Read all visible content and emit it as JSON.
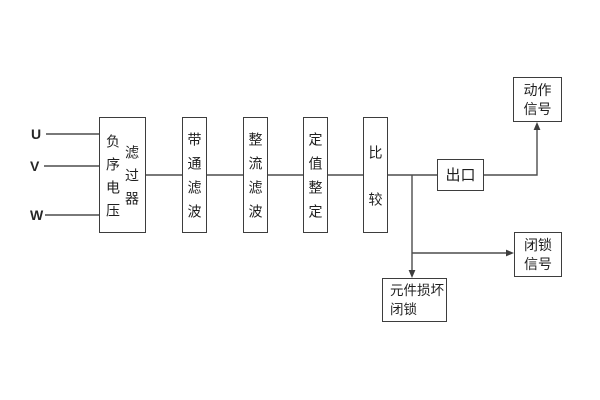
{
  "diagram": {
    "inputs": [
      {
        "label": "U"
      },
      {
        "label": "V"
      },
      {
        "label": "W"
      }
    ],
    "blocks": {
      "negative_seq_filter": {
        "col1": "负序电压",
        "col2": "滤过器"
      },
      "bandpass": {
        "text": "带通滤波"
      },
      "rectifier": {
        "text": "整流滤波"
      },
      "setpoint": {
        "text": "定值整定"
      },
      "compare": {
        "text": "比较"
      },
      "outlet": {
        "text": "出口"
      },
      "action_signal": {
        "line1": "动作",
        "line2": "信号"
      },
      "block_signal": {
        "line1": "闭锁",
        "line2": "信号"
      },
      "damage_block": {
        "line1": "元件损坏",
        "line2": "闭锁"
      }
    },
    "colors": {
      "line": "#4d4d4d",
      "box_border": "#3d3d3d",
      "text": "#1f1f1f",
      "background": "#ffffff"
    }
  }
}
